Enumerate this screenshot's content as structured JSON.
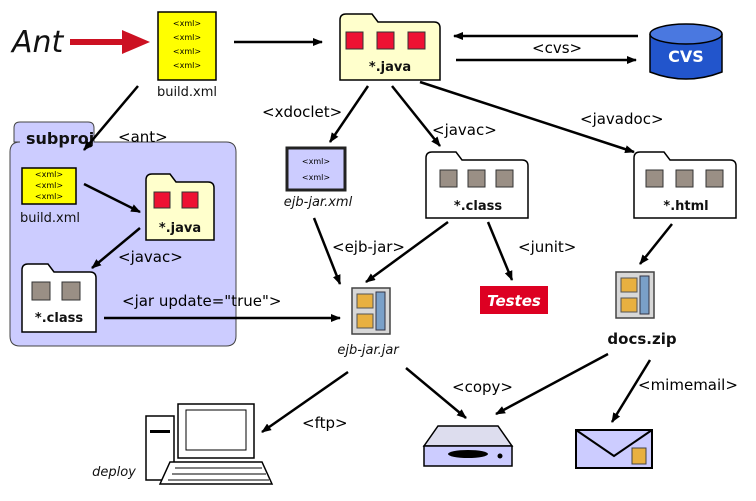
{
  "title": "Ant",
  "nodes": {
    "build_xml_top": {
      "lines": [
        "<xml>",
        "<xml>",
        "<xml>",
        "<xml>"
      ],
      "label": "build.xml"
    },
    "java_top": {
      "label": "*.java"
    },
    "cvs": {
      "label": "CVS"
    },
    "subproj": {
      "title": "subproj"
    },
    "sub_build_xml": {
      "lines": [
        "<xml>",
        "<xml>",
        "<xml>"
      ],
      "label": "build.xml"
    },
    "sub_java": {
      "label": "*.java"
    },
    "sub_class": {
      "label": "*.class"
    },
    "ejb_xml": {
      "lines": [
        "<xml>",
        "<xml>"
      ],
      "label": "ejb-jar.xml"
    },
    "class_mid": {
      "label": "*.class"
    },
    "html": {
      "label": "*.html"
    },
    "ejb_jar": {
      "label": "ejb-jar.jar"
    },
    "testes": {
      "label": "Testes"
    },
    "docs_zip": {
      "label": "docs.zip"
    },
    "deploy": {
      "label": "deploy"
    }
  },
  "edges": {
    "cvs": "<cvs>",
    "ant": "<ant>",
    "xdoclet": "<xdoclet>",
    "javac_main": "<javac>",
    "javadoc": "<javadoc>",
    "javac_sub": "<javac>",
    "ejb_jar": "<ejb-jar>",
    "junit": "<junit>",
    "jar_update": "<jar update=\"true\">",
    "copy": "<copy>",
    "mimemail": "<mimemail>",
    "ftp": "<ftp>"
  },
  "colors": {
    "folder_yellow": "#ffffcc",
    "folder_white": "#ffffff",
    "subproj_fill": "#ccccff",
    "xml_yellow": "#ffff00",
    "red_square": "#ee1133",
    "gray_square": "#9a8f85",
    "cvs_blue": "#2255cc",
    "testes_red": "#dd0022",
    "ant_arrow": "#cc1122",
    "device_lavender": "#ccccff"
  }
}
